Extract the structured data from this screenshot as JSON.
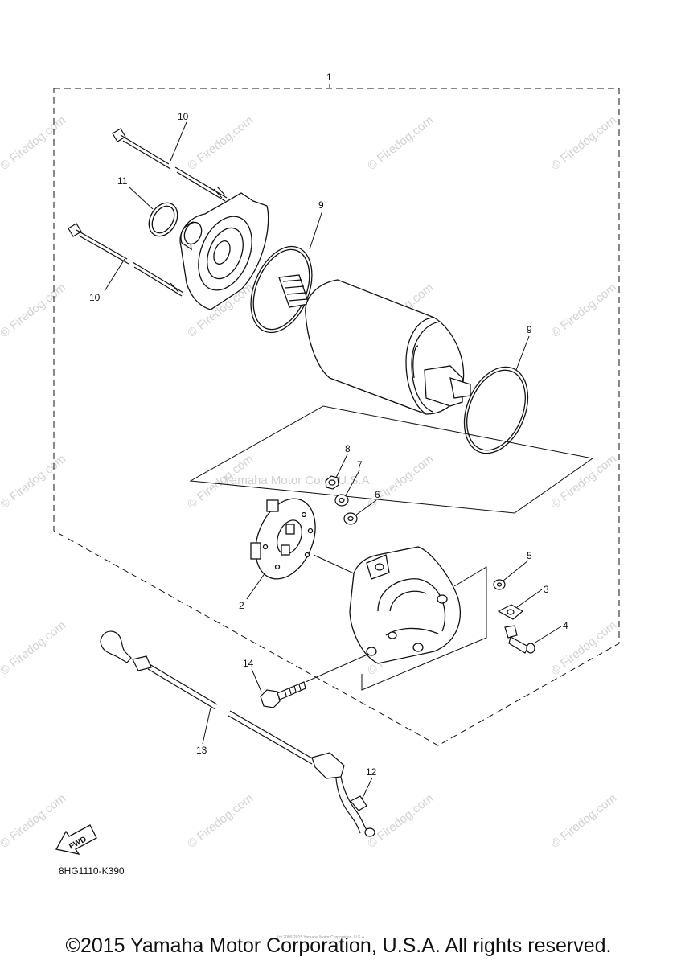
{
  "diagram": {
    "callouts": {
      "c1": "1",
      "c2": "2",
      "c3": "3",
      "c4": "4",
      "c5": "5",
      "c6": "6",
      "c7": "7",
      "c8": "8",
      "c9a": "9",
      "c9b": "9",
      "c10a": "10",
      "c10b": "10",
      "c11": "11",
      "c12": "12",
      "c13": "13",
      "c14": "14"
    },
    "part_code": "8HG1110-K390",
    "fwd_label": "FWD",
    "watermark_center": "Yamaha Motor Corp. U.S.A.",
    "watermark_site": "© Firedog.com",
    "watermark_tiny": "(c) 2005-2015 Yamaha Motor Corporation, U.S.A."
  },
  "footer": {
    "copyright": "©2015 Yamaha Motor Corporation, U.S.A. All rights reserved."
  }
}
